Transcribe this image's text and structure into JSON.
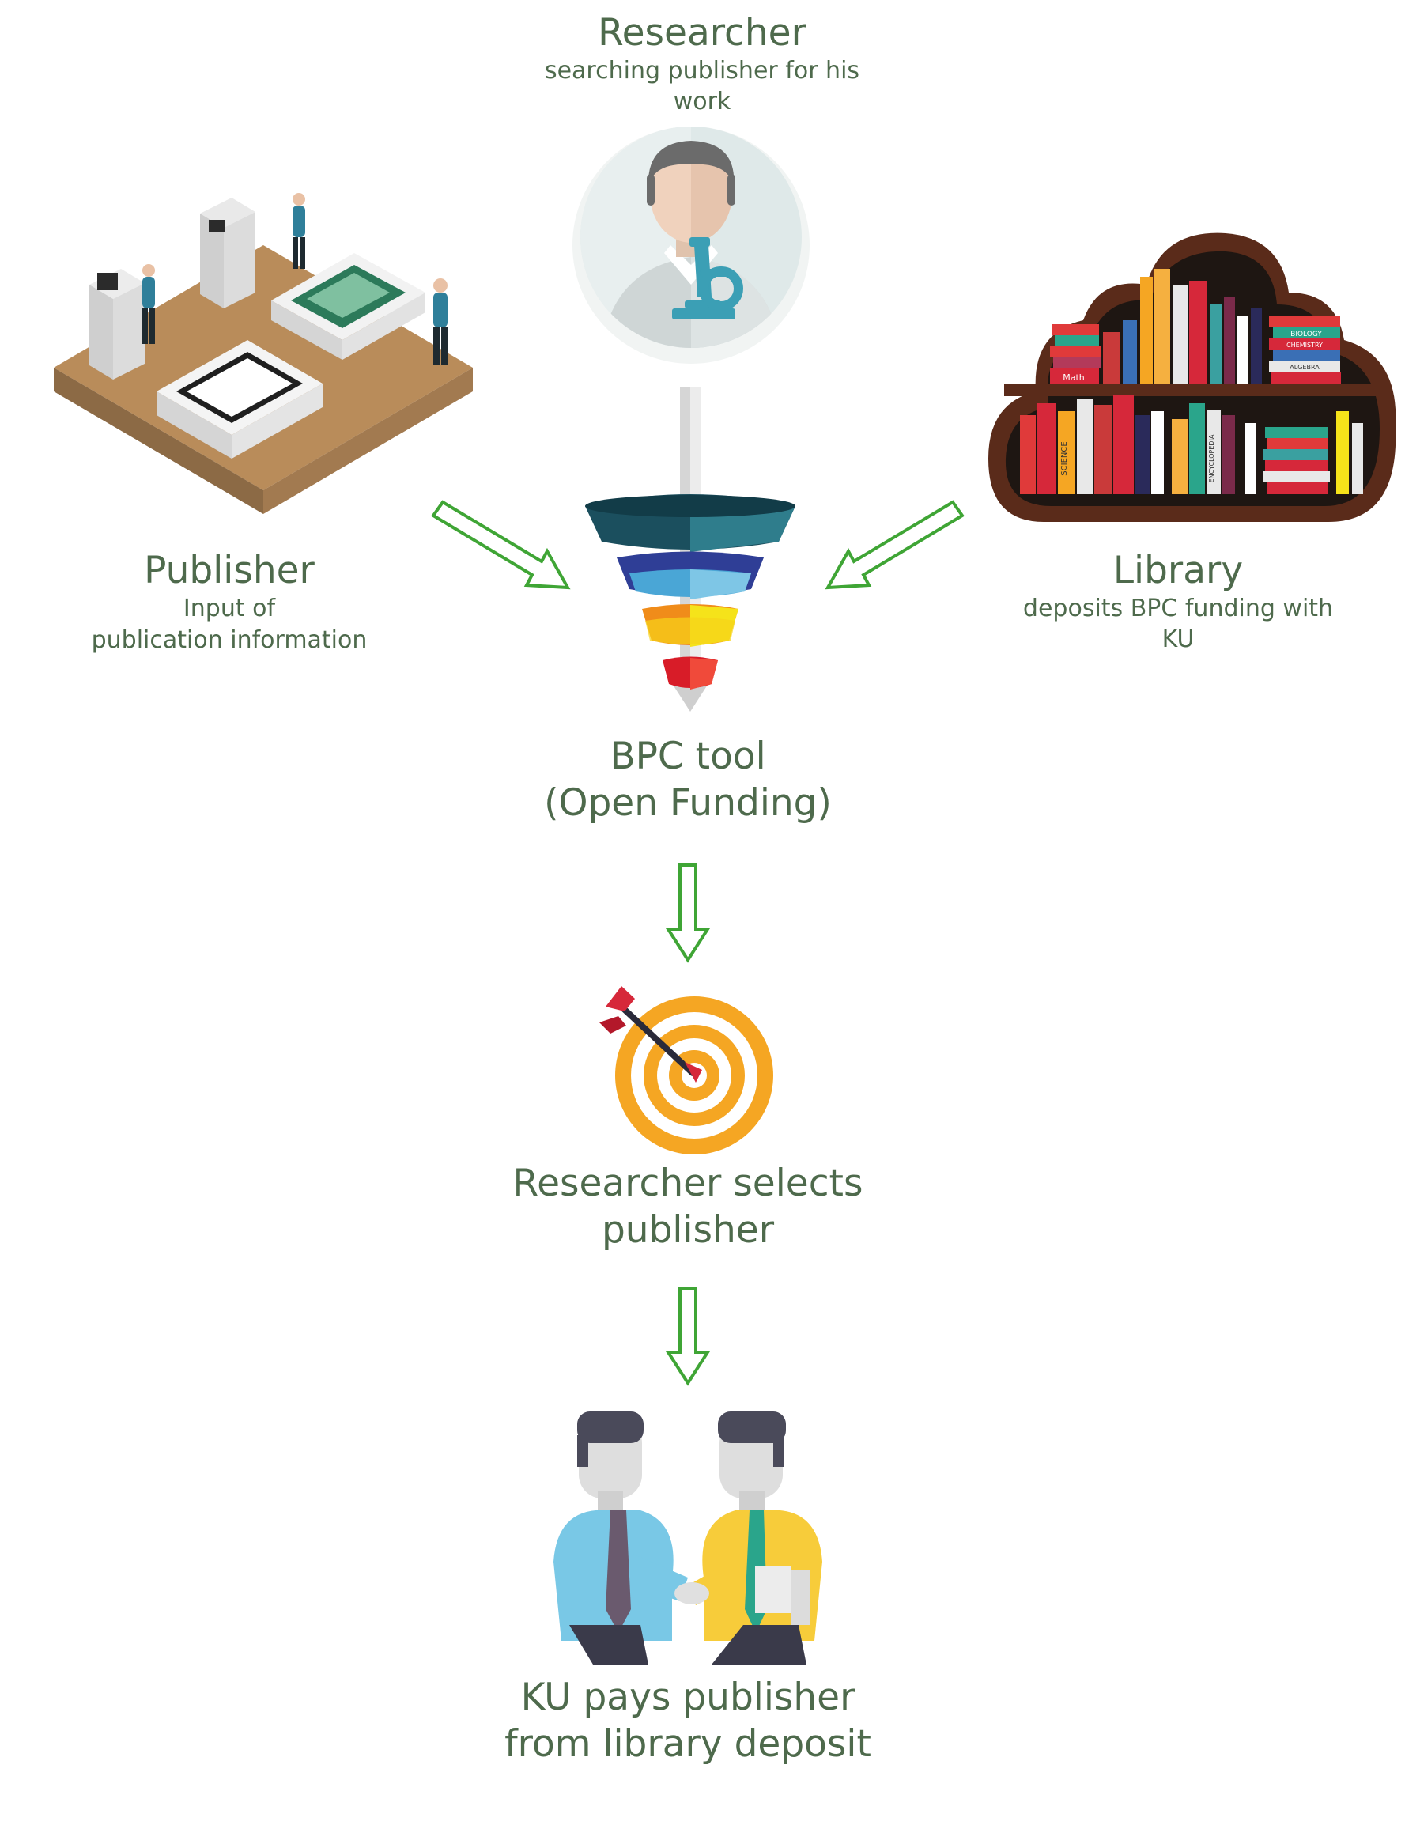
{
  "researcher": {
    "title": "Researcher",
    "subtitle": "searching publisher for his work"
  },
  "publisher": {
    "title": "Publisher",
    "subtitle_line1": "Input of",
    "subtitle_line2": "publication information"
  },
  "library": {
    "title": "Library",
    "subtitle": "deposits BPC funding with KU"
  },
  "bpc_tool": {
    "line1": "BPC tool",
    "line2": "(Open Funding)"
  },
  "selection": {
    "line1": "Researcher selects",
    "line2": "publisher"
  },
  "payment": {
    "line1": "KU pays publisher",
    "line2": "from library deposit"
  },
  "book_labels": [
    "Math",
    "BIOLOGY",
    "CHEMISTRY",
    "ALGEBRA",
    "SCIENCE",
    "ENCYCLOPEDIA"
  ],
  "colors": {
    "text": "#4e6a4c",
    "arrow": "#3fa535",
    "funnel_top": "#1a4f5c",
    "target": "#f5a623"
  }
}
